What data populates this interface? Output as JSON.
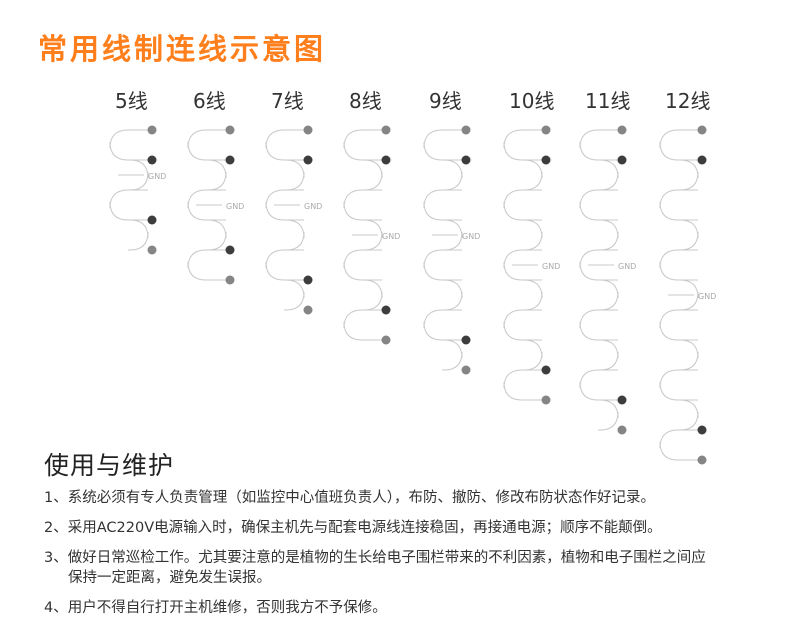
{
  "title": "常用线制连线示意图",
  "gnd_label": "GND",
  "colors": {
    "title": "#ff7f1c",
    "dot_dark": "#3d3d3d",
    "dot_light": "#858585",
    "line": "#c8c8c8"
  },
  "wiring": [
    {
      "label": "5线",
      "wires": 5
    },
    {
      "label": "6线",
      "wires": 6
    },
    {
      "label": "7线",
      "wires": 7
    },
    {
      "label": "8线",
      "wires": 8
    },
    {
      "label": "9线",
      "wires": 9
    },
    {
      "label": "10线",
      "wires": 10
    },
    {
      "label": "11线",
      "wires": 11
    },
    {
      "label": "12线",
      "wires": 12
    }
  ],
  "maintenance": {
    "heading": "使用与维护",
    "items": [
      {
        "line1": "1、系统必须有专人负责管理（如监控中心值班负责人），布防、撤防、修改布防状态作好记录。",
        "line2": ""
      },
      {
        "line1": "2、采用AC220V电源输入时，确保主机先与配套电源线连接稳固，再接通电源；顺序不能颠倒。",
        "line2": ""
      },
      {
        "line1": "3、做好日常巡检工作。尤其要注意的是植物的生长给电子围栏带来的不利因素，植物和电子围栏之间应",
        "line2": "保持一定距离，避免发生误报。"
      },
      {
        "line1": "4、用户不得自行打开主机维修，否则我方不予保修。",
        "line2": ""
      }
    ]
  }
}
